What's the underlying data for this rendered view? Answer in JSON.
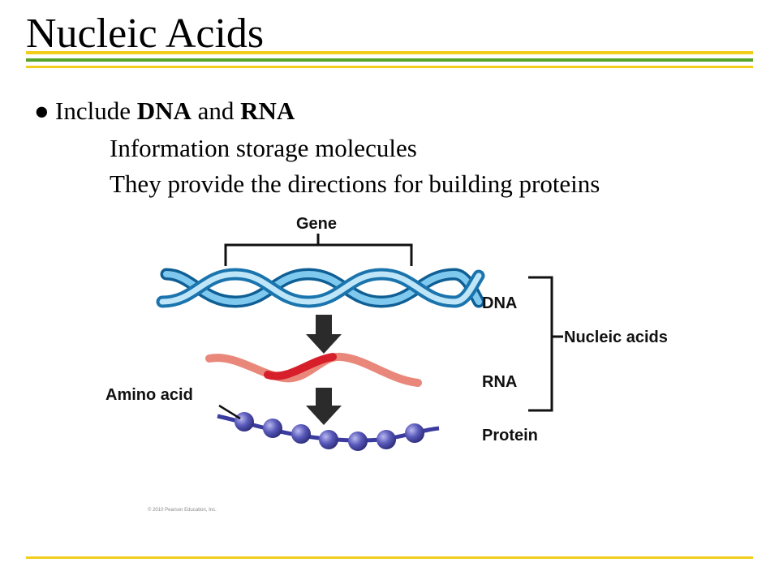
{
  "slide": {
    "title": "Nucleic Acids",
    "bullet": {
      "symbol": "●",
      "text_1": "Include ",
      "bold_1": "DNA",
      "text_2": " and ",
      "bold_2": "RNA"
    },
    "sub_points": [
      "Information storage molecules",
      "They provide the directions for building proteins"
    ]
  },
  "diagram": {
    "gene_label": "Gene",
    "dna_label": "DNA",
    "rna_label": "RNA",
    "protein_label": "Protein",
    "nucleic_acids_label": "Nucleic acids",
    "amino_acid_label": "Amino acid",
    "credit": "© 2010 Pearson Education, Inc."
  },
  "colors": {
    "rule_yellow": "#f2cd1c",
    "rule_green": "#58a329",
    "dna_blue": "#2a8fc6",
    "rna_salmon": "#e9887a",
    "rna_red": "#d61f2a",
    "amino_acid_purple": "#4a4aa6"
  }
}
